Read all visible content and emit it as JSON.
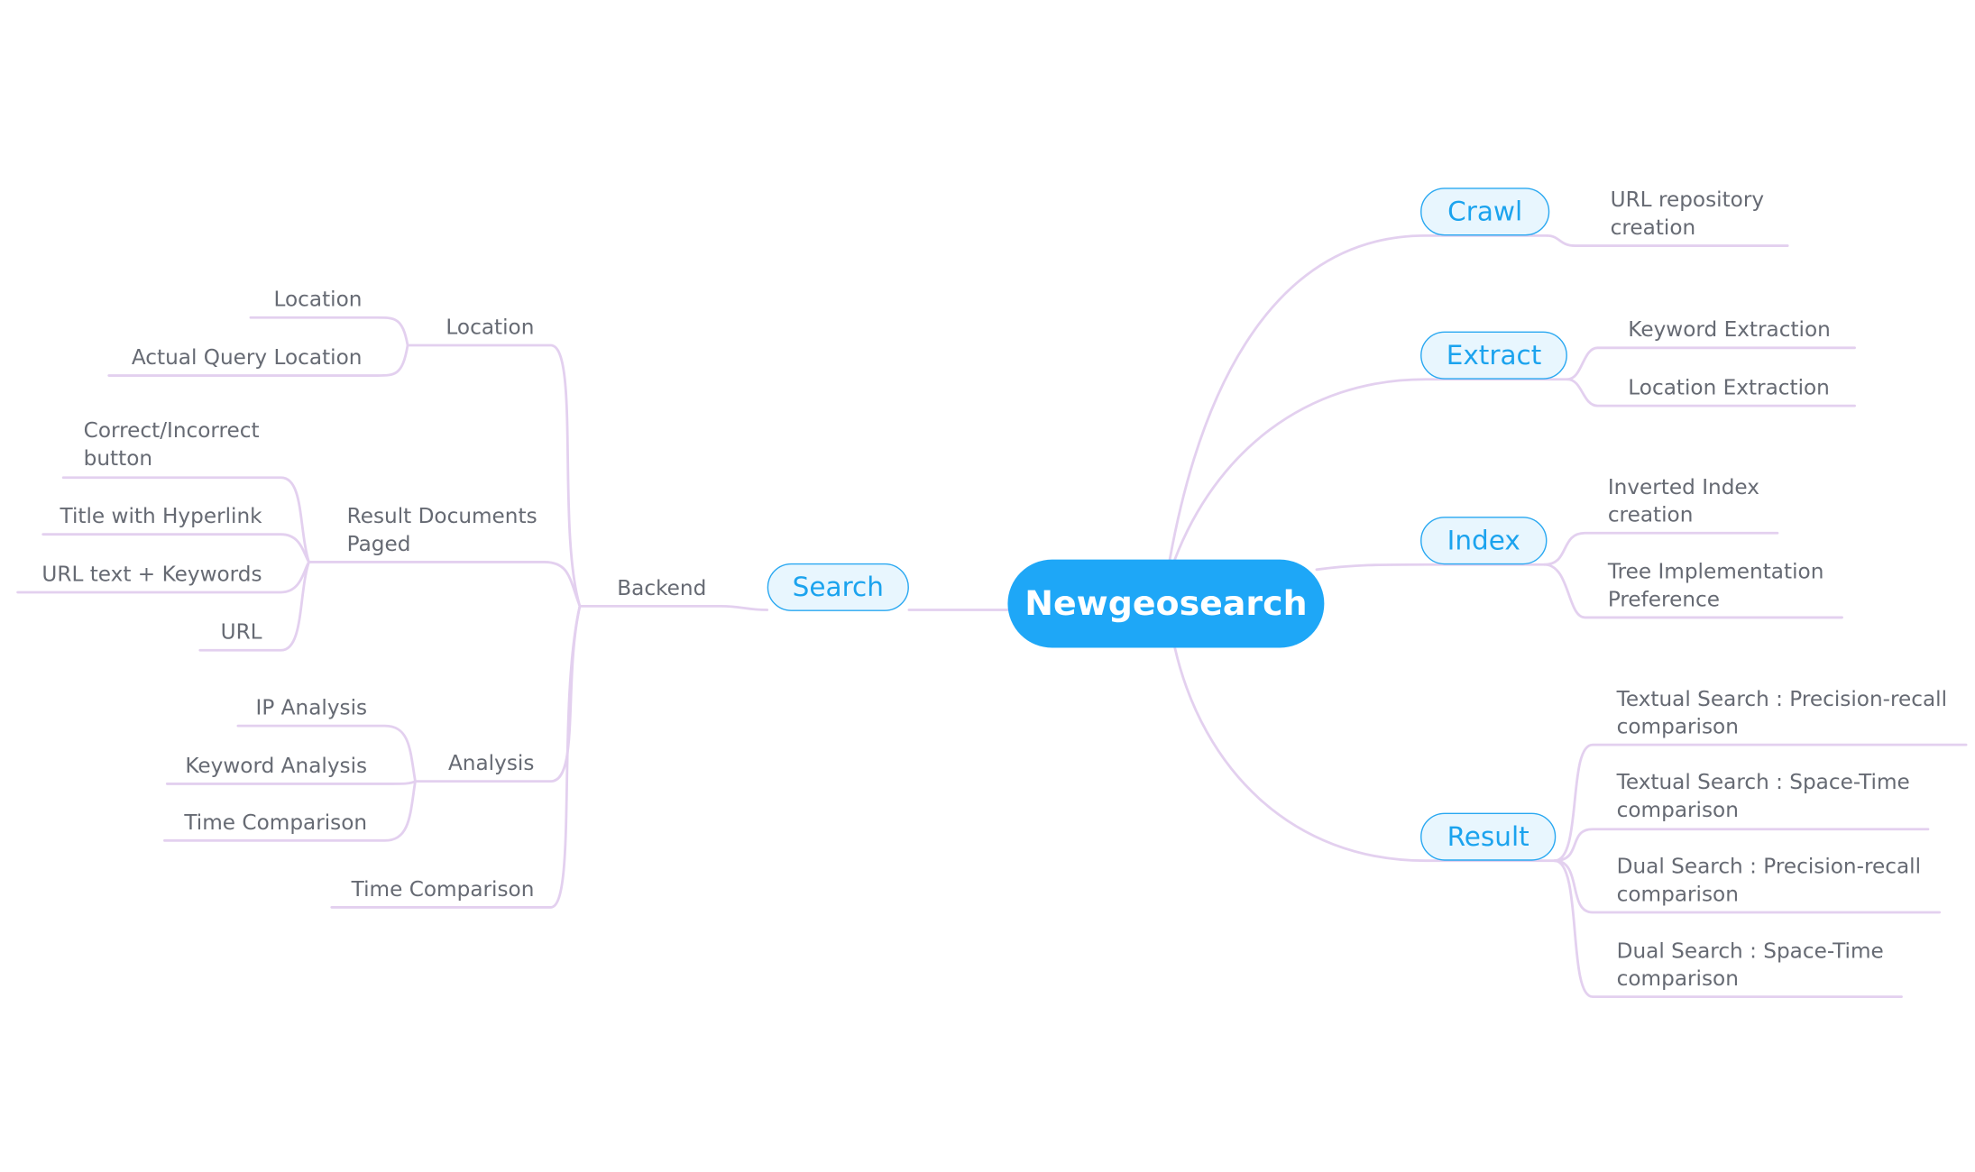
{
  "central": "Newgeosearch",
  "search": {
    "label": "Search",
    "backend": {
      "label": "Backend",
      "location": {
        "label": "Location",
        "children": [
          "Location",
          "Actual Query Location"
        ]
      },
      "result_documents": {
        "label": "Result Documents Paged",
        "children": [
          "Correct/Incorrect button",
          "Title with Hyperlink",
          "URL text + Keywords",
          "URL"
        ]
      },
      "analysis": {
        "label": "Analysis",
        "children": [
          "IP Analysis",
          "Keyword Analysis",
          "Time Comparison"
        ]
      },
      "time_comparison": "Time Comparison"
    }
  },
  "crawl": {
    "label": "Crawl",
    "children": [
      "URL repository creation"
    ]
  },
  "extract": {
    "label": "Extract",
    "children": [
      "Keyword Extraction",
      "Location Extraction"
    ]
  },
  "index": {
    "label": "Index",
    "children": [
      "Inverted Index creation",
      "Tree Implementation Preference"
    ]
  },
  "result": {
    "label": "Result",
    "children": [
      "Textual Search : Precision-recall comparison",
      "Textual Search : Space-Time comparison",
      "Dual Search : Precision-recall comparison",
      "Dual Search : Space-Time comparison"
    ]
  },
  "colors": {
    "central_fill": "#1ea7f7",
    "pill_border": "#29a8f1",
    "pill_fill": "#e8f6fe",
    "pill_text": "#1ba3ee",
    "link": "#e3d0ef",
    "label_text": "#666a73"
  }
}
